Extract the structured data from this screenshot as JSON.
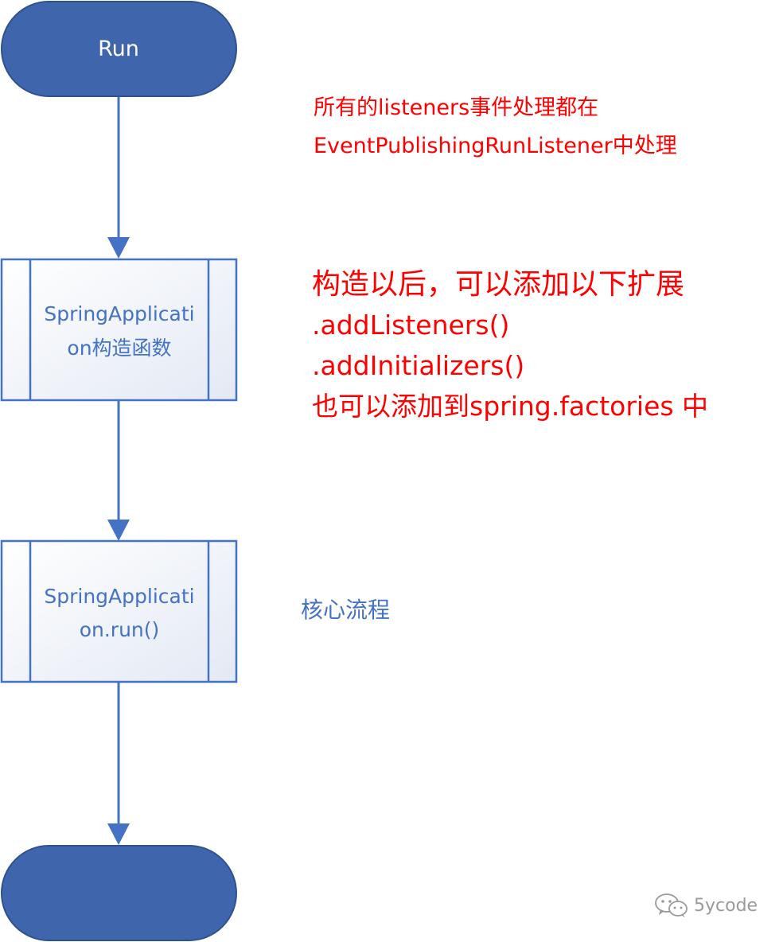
{
  "colors": {
    "terminator_fill": "#3f66ad",
    "terminator_stroke": "#2f528f",
    "process_stroke": "#4472c4",
    "process_text": "#4472c4",
    "arrow": "#4472c4",
    "note_red": "#ff0000",
    "note_blue": "#4472c4",
    "watermark": "#9a9a9a"
  },
  "flowchart": {
    "start": {
      "label": "Run"
    },
    "process1": {
      "line1": "SpringApplicati",
      "line2": "on构造函数"
    },
    "process2": {
      "line1": "SpringApplicati",
      "line2": "on.run()"
    },
    "end": {
      "label": ""
    }
  },
  "notes": {
    "listeners": {
      "line1": "所有的listeners事件处理都在",
      "line2": "EventPublishingRunListener中处理"
    },
    "extensions": {
      "line1": "构造以后，可以添加以下扩展",
      "line2": ".addListeners()",
      "line3": ".addInitializers()",
      "line4": "也可以添加到spring.factories  中"
    },
    "core": {
      "text": "核心流程"
    }
  },
  "watermark": {
    "icon": "wechat-icon",
    "text": "5ycode"
  }
}
